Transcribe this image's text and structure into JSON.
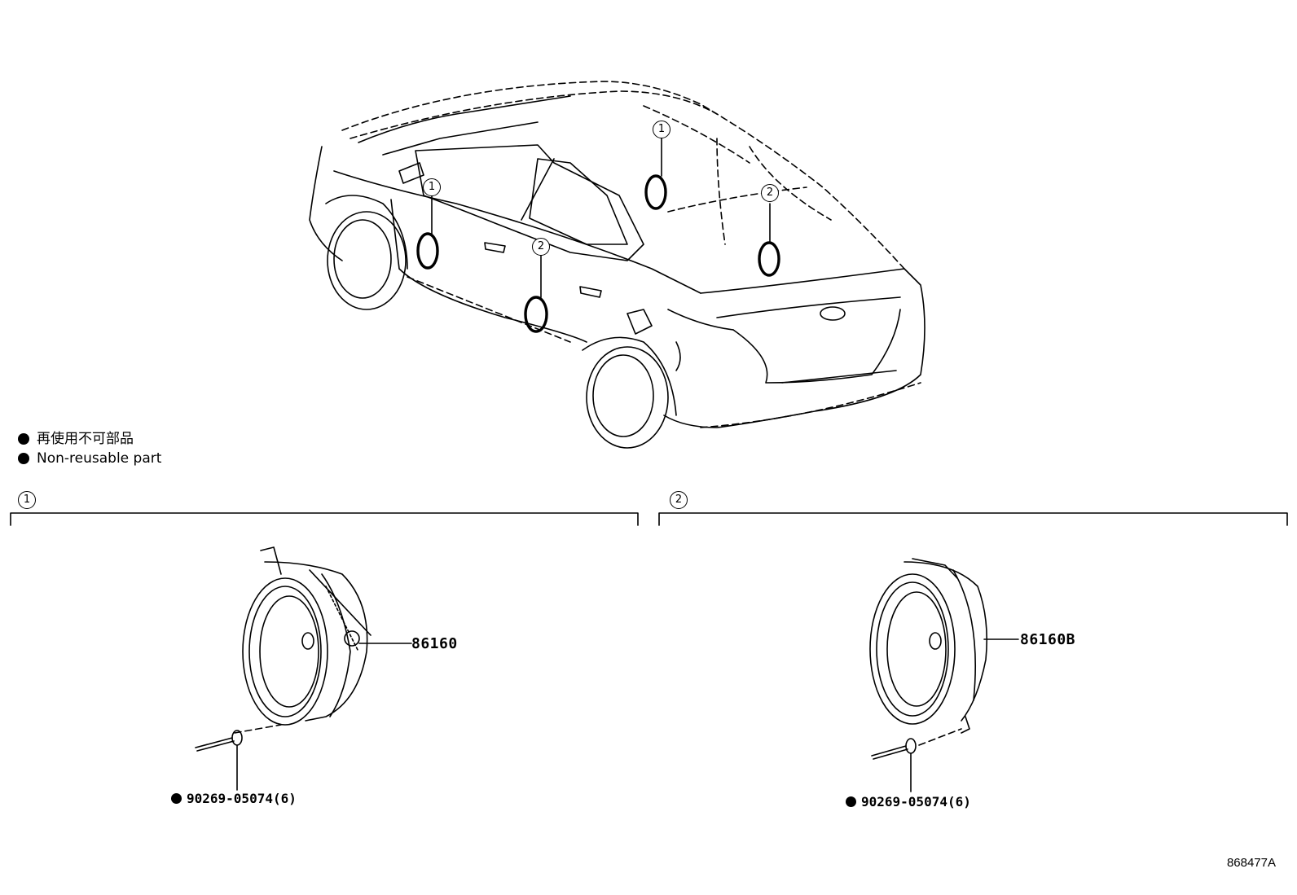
{
  "legend": {
    "japanese": "再使用不可部品",
    "english": "Non-reusable part"
  },
  "callouts": {
    "one": "1",
    "two": "2"
  },
  "sections": [
    {
      "marker": "1",
      "part_number": "86160",
      "fastener": "90269-05074(6)"
    },
    {
      "marker": "2",
      "part_number": "86160B",
      "fastener": "90269-05074(6)"
    }
  ],
  "illustration_id": "868477A",
  "icons": {
    "bullet": "filled-circle-icon",
    "marker": "circled-number-icon"
  }
}
